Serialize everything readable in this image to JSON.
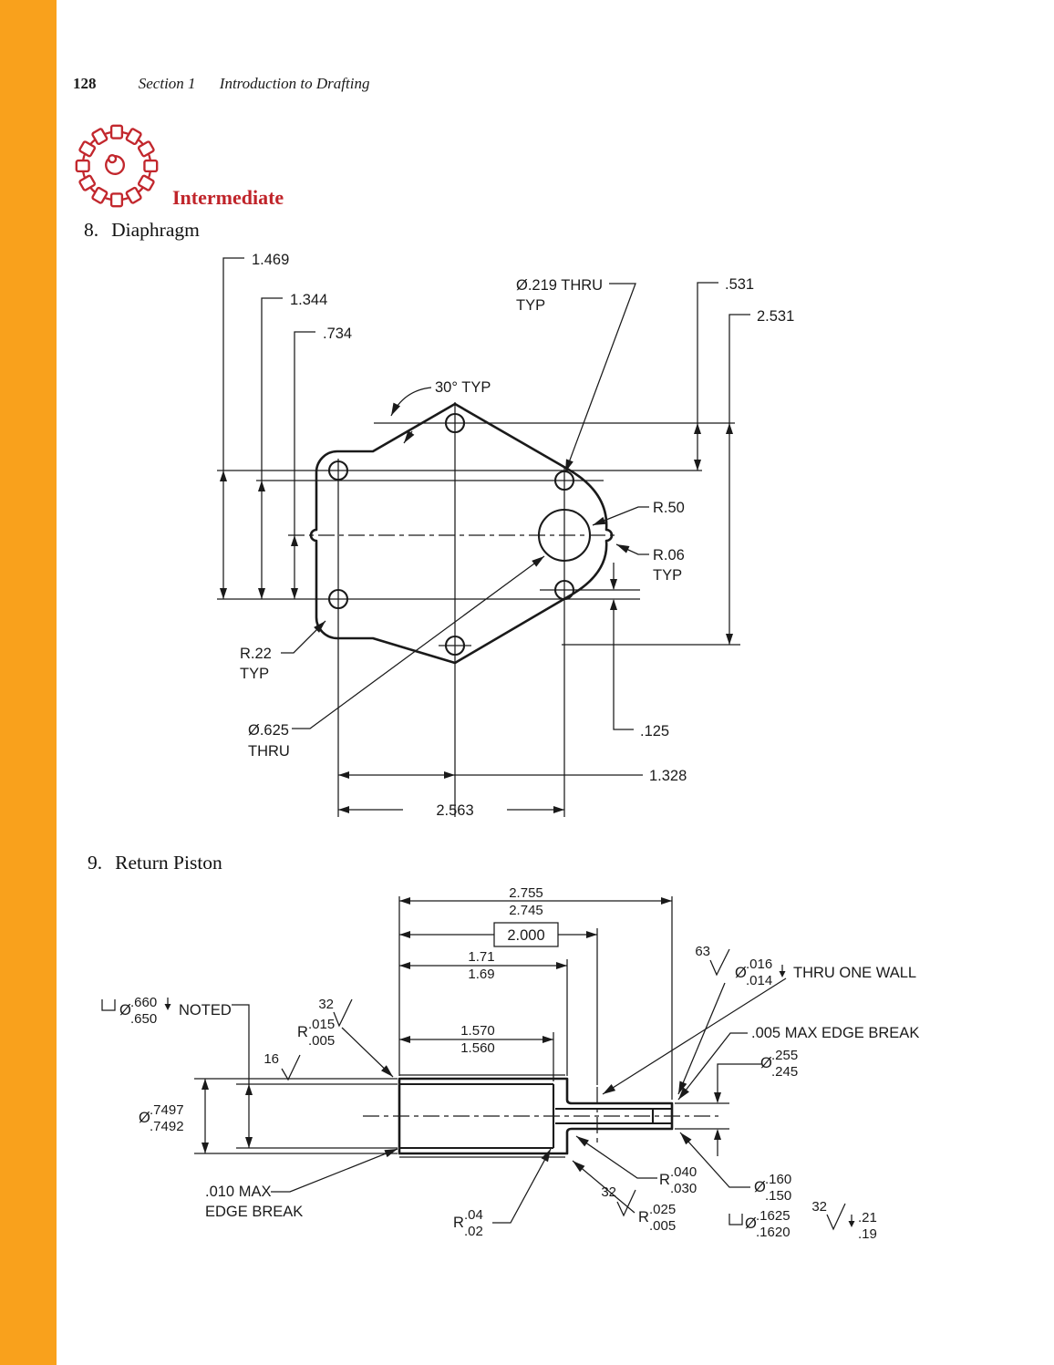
{
  "page": {
    "number": "128",
    "section": "Section 1",
    "title": "Introduction to Drafting",
    "level": "Intermediate"
  },
  "colors": {
    "accent": "#F9A11C",
    "level_red": "#C0242A",
    "line": "#1A1A1A"
  },
  "icons": {
    "difficulty": "gear-icon"
  },
  "diaphragm": {
    "number": "8.",
    "title": "Diaphragm",
    "labels": {
      "v1": "1.469",
      "v2": "1.344",
      "v3": ".734",
      "angle": "30° TYP",
      "hole1": "Ø.219 THRU",
      "hole2": "TYP",
      "r1": ".531",
      "r2": "2.531",
      "rad_big": "R.50",
      "rad_small1": "R.06",
      "rad_small2": "TYP",
      "rad_corner1": "R.22",
      "rad_corner2": "TYP",
      "bore1": "Ø.625",
      "bore2": "THRU",
      "offset": ".125",
      "h1": "1.328",
      "h2": "2.563"
    }
  },
  "piston": {
    "number": "9.",
    "title": "Return Piston",
    "labels": {
      "overall_hi": "2.755",
      "overall_lo": "2.745",
      "basic": "2.000",
      "step_hi": "1.71",
      "step_lo": "1.69",
      "depth_hi": "1.570",
      "depth_lo": "1.560",
      "finish_63": "63",
      "crosshole_sym": "Ø",
      "crosshole_hi": ".016",
      "crosshole_lo": ".014",
      "crosshole_note": "THRU ONE WALL",
      "edge_break_right": ".005 MAX EDGE BREAK",
      "shaft_sym": "Ø",
      "shaft_hi": ".255",
      "shaft_lo": ".245",
      "cbore_sym": "Ø",
      "cbore_hi": ".660",
      "cbore_lo": ".650",
      "cbore_note": "NOTED",
      "finish_32_lip": "32",
      "lip_r": "R",
      "lip_hi": ".015",
      "lip_lo": ".005",
      "finish_16": "16",
      "od_sym": "Ø",
      "od_hi": ".7497",
      "od_lo": ".7492",
      "edge_break_left1": ".010 MAX",
      "edge_break_left2": "EDGE BREAK",
      "fillet_r": "R",
      "fillet_hi": ".040",
      "fillet_lo": ".030",
      "finish_32_corner": "32",
      "corner_r": "R",
      "corner_hi": ".025",
      "corner_lo": ".005",
      "cbore_r": "R",
      "cbore_r_hi": ".04",
      "cbore_r_lo": ".02",
      "endhole_sym": "Ø",
      "endhole_hi": ".160",
      "endhole_lo": ".150",
      "endcbore_sym": "Ø",
      "endcbore_hi": ".1625",
      "endcbore_lo": ".1620",
      "finish_32_end": "32",
      "enddepth_hi": ".21",
      "enddepth_lo": ".19"
    }
  }
}
